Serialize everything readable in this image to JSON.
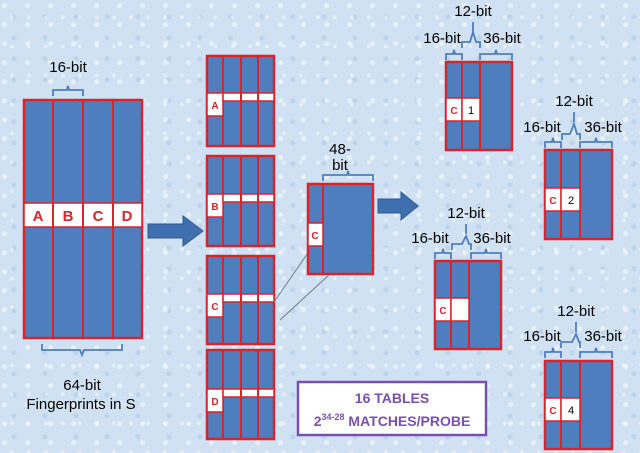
{
  "fingerprint": {
    "width_label": "16-bit",
    "segments": [
      "A",
      "B",
      "C",
      "D"
    ],
    "span_label": "64-bit",
    "caption": "Fingerprints in S"
  },
  "permuted_tables": [
    {
      "key": "A"
    },
    {
      "key": "B"
    },
    {
      "key": "C"
    },
    {
      "key": "D"
    }
  ],
  "zoom_table": {
    "width_label_top": "48-",
    "width_label_bottom": "bit",
    "key": "C"
  },
  "sub_tables": [
    {
      "key": "C",
      "sub": "1",
      "top_label": "12-bit",
      "left_label": "16-bit",
      "right_label": "36-bit"
    },
    {
      "key": "C",
      "sub": "2",
      "top_label": "12-bit",
      "left_label": "16-bit",
      "right_label": "36-bit"
    },
    {
      "key": "C",
      "sub": "",
      "top_label": "12-bit",
      "left_label": "16-bit",
      "right_label": "36-bit"
    },
    {
      "key": "C",
      "sub": "4",
      "top_label": "12-bit",
      "left_label": "16-bit",
      "right_label": "36-bit"
    }
  ],
  "summary": {
    "line1": "16 TABLES",
    "line2_base": "2",
    "line2_exponent": "34-28",
    "line2_rest": " MATCHES/PROBE"
  }
}
